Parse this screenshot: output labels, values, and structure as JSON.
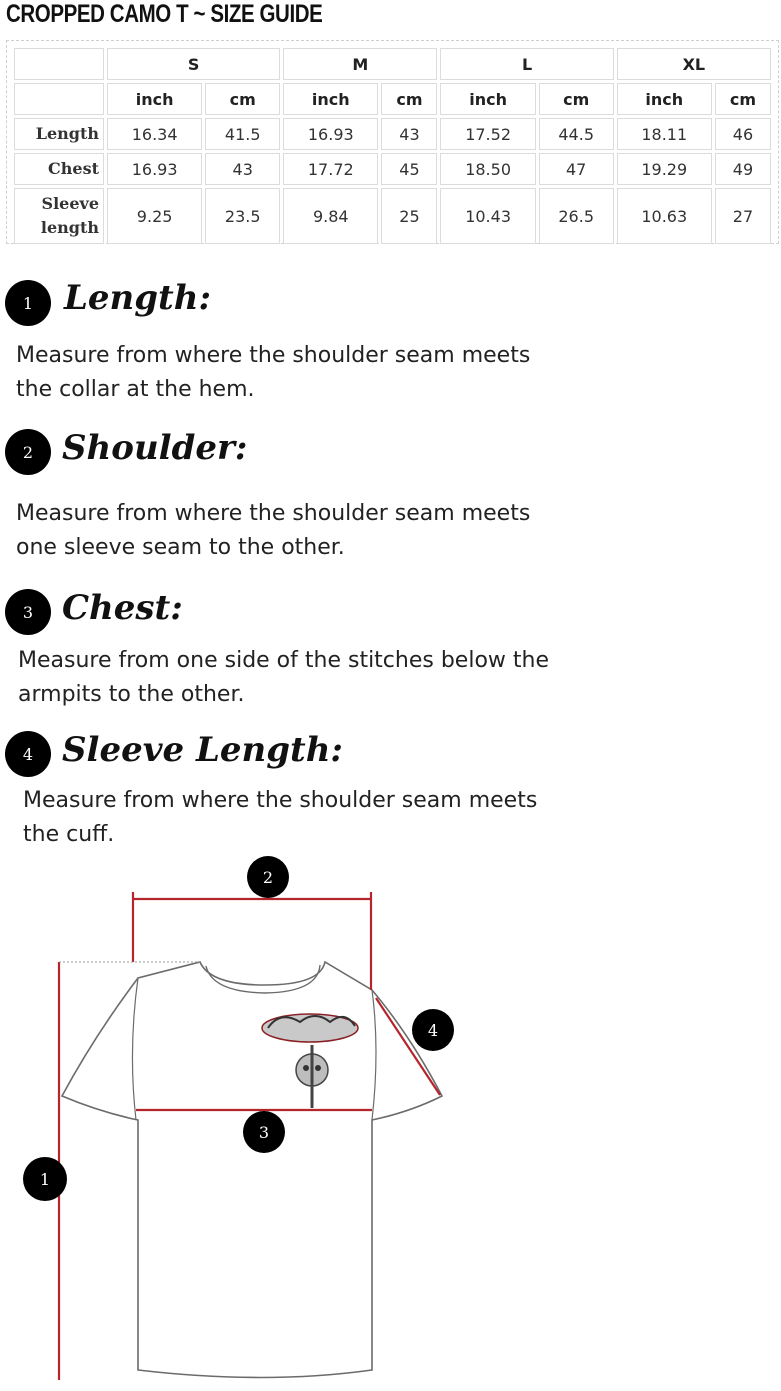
{
  "title": "CROPPED CAMO T ~ SIZE GUIDE",
  "table": {
    "sizes": [
      "S",
      "M",
      "L",
      "XL"
    ],
    "units": [
      "inch",
      "cm"
    ],
    "rows": [
      {
        "label": "Length",
        "values": [
          "16.34",
          "41.5",
          "16.93",
          "43",
          "17.52",
          "44.5",
          "18.11",
          "46"
        ]
      },
      {
        "label": "Chest",
        "values": [
          "16.93",
          "43",
          "17.72",
          "45",
          "18.50",
          "47",
          "19.29",
          "49"
        ]
      },
      {
        "label_line1": "Sleeve",
        "label_line2": "length",
        "values": [
          "9.25",
          "23.5",
          "9.84",
          "25",
          "10.43",
          "26.5",
          "10.63",
          "27"
        ]
      }
    ]
  },
  "sections": [
    {
      "number": "1",
      "title": "Length:",
      "text_line1": "Measure from where the shoulder seam meets",
      "text_line2": "the collar at the hem."
    },
    {
      "number": "2",
      "title": "Shoulder:",
      "text_line1": "Measure from where the shoulder seam meets",
      "text_line2": "one sleeve seam to the other."
    },
    {
      "number": "3",
      "title": "Chest:",
      "text_line1": "Measure from one side of the stitches below the",
      "text_line2": "armpits to the other."
    },
    {
      "number": "4",
      "title": "Sleeve Length:",
      "text_line1": "Measure from where the shoulder seam meets",
      "text_line2": "the cuff."
    }
  ],
  "diagram": {
    "markers": [
      "1",
      "2",
      "3",
      "4"
    ],
    "colors": {
      "measure_line": "#b5252c",
      "outline": "#6b6b6b",
      "marker": "#000000"
    }
  }
}
